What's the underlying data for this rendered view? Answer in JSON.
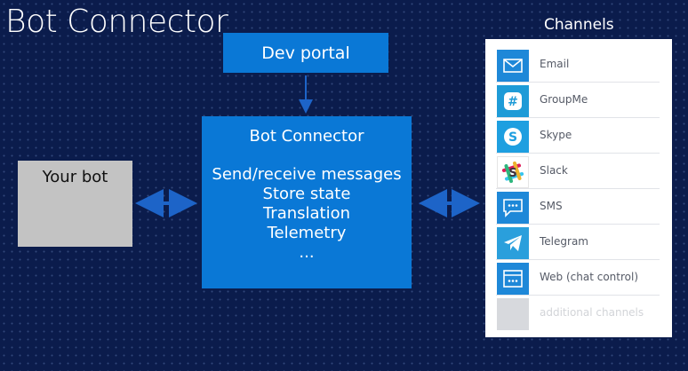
{
  "title": "Bot Connector",
  "dev_portal": {
    "label": "Dev portal"
  },
  "connector": {
    "title": "Bot Connector",
    "features": [
      "Send/receive messages",
      "Store state",
      "Translation",
      "Telemetry",
      "..."
    ]
  },
  "bot": {
    "label": "Your bot"
  },
  "channels": {
    "title": "Channels",
    "items": [
      {
        "label": "Email",
        "icon": "email-icon",
        "color": "#1e88d8"
      },
      {
        "label": "GroupMe",
        "icon": "groupme-icon",
        "color": "#1e9bd7"
      },
      {
        "label": "Skype",
        "icon": "skype-icon",
        "color": "#1e9fe0"
      },
      {
        "label": "Slack",
        "icon": "slack-icon",
        "color": "#ffffff"
      },
      {
        "label": "SMS",
        "icon": "sms-icon",
        "color": "#1e88d8"
      },
      {
        "label": "Telegram",
        "icon": "telegram-icon",
        "color": "#2a9fdc"
      },
      {
        "label": "Web (chat control)",
        "icon": "web-chat-icon",
        "color": "#1e88d8"
      },
      {
        "label": "additional channels",
        "icon": "placeholder-icon",
        "color": "#d7d9dd"
      }
    ]
  },
  "colors": {
    "background": "#0b1c4c",
    "box_blue": "#0a78d6",
    "arrow": "#1d64c8",
    "bot_gray": "#c3c3c3"
  }
}
